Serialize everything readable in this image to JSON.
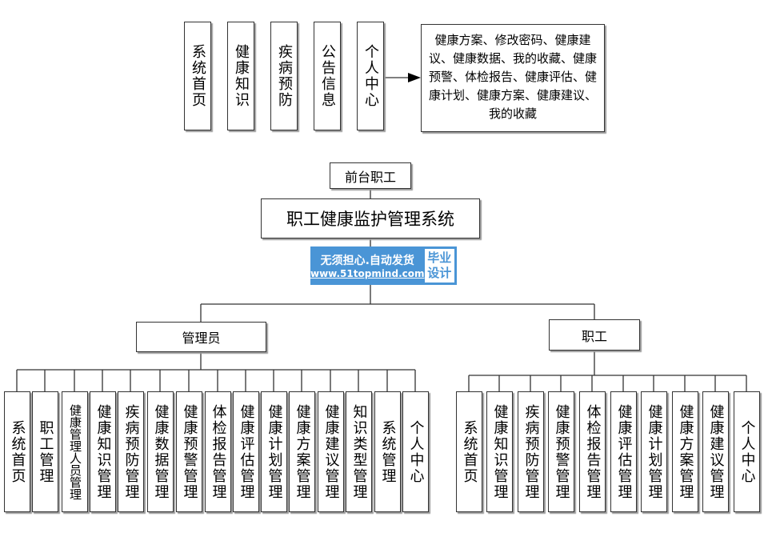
{
  "front_modules": [
    "系统首页",
    "健康知识",
    "疾病预防",
    "公告信息",
    "个人中心"
  ],
  "personal_center_detail": "健康方案、修改密码、健康建议、健康数据、我的收藏、健康预警、体检报告、健康评估、健康计划、健康方案、健康建议、我的收藏",
  "front_role": "前台职工",
  "system_title": "职工健康监护管理系统",
  "watermark": {
    "line1": "无须担心.自动发货",
    "line2": "www.51topmind.com",
    "badge": "毕业设计"
  },
  "admin": {
    "label": "管理员",
    "modules": [
      "系统首页",
      "职工管理",
      "健康管理人员管理",
      "健康知识管理",
      "疾病预防管理",
      "健康数据管理",
      "健康预警管理",
      "体检报告管理",
      "健康评估管理",
      "健康计划管理",
      "健康方案管理",
      "健康建议管理",
      "知识类型管理",
      "系统管理",
      "个人中心"
    ]
  },
  "worker": {
    "label": "职工",
    "modules": [
      "系统首页",
      "健康知识管理",
      "疾病预防管理",
      "健康预警管理",
      "体检报告管理",
      "健康评估管理",
      "健康计划管理",
      "健康方案管理",
      "健康建议管理",
      "个人中心"
    ]
  }
}
